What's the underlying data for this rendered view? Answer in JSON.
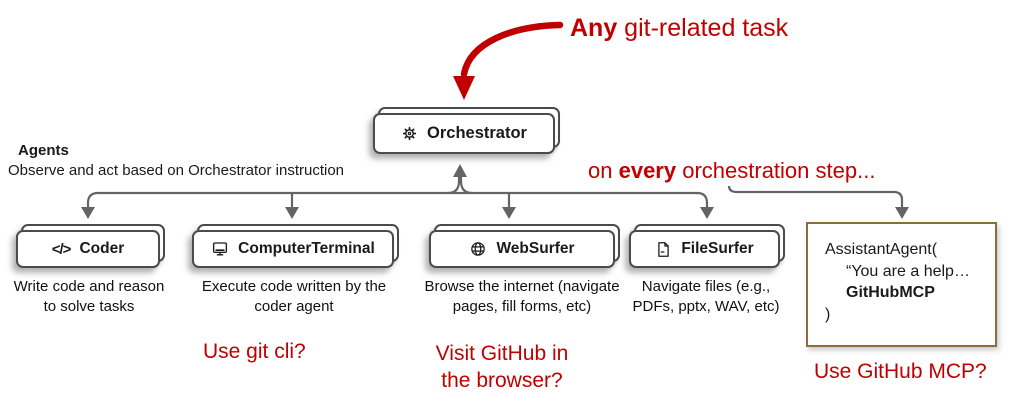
{
  "colors": {
    "red": "#c00000",
    "connector_gray": "#646467",
    "box_border_gray": "#4b4b4d",
    "assistant_box_brown": "#8a6d3b"
  },
  "top_annotation": {
    "bold": "Any",
    "rest": " git-related task"
  },
  "agents_heading": {
    "title": "Agents",
    "subtitle": "Observe and act based on Orchestrator instruction"
  },
  "step_annotation": {
    "pre": "on ",
    "bold": "every",
    "post": " orchestration step..."
  },
  "orchestrator": {
    "label": "Orchestrator",
    "icon": "gear-icon"
  },
  "agents": [
    {
      "label": "Coder",
      "icon": "code-icon",
      "description": "Write code and reason to solve tasks"
    },
    {
      "label": "ComputerTerminal",
      "icon": "monitor-icon",
      "description": "Execute code written by the coder agent"
    },
    {
      "label": "WebSurfer",
      "icon": "globe-icon",
      "description": "Browse the internet (navigate pages, fill forms, etc)"
    },
    {
      "label": "FileSurfer",
      "icon": "file-icon",
      "description": "Navigate files (e.g., PDFs, pptx, WAV, etc)"
    }
  ],
  "assistant_agent": {
    "line1": "AssistantAgent(",
    "line2": "“You are a help…",
    "line3": "GitHubMCP",
    "line4": ")"
  },
  "bottom_annotations": {
    "coder": "Use git cli?",
    "websurfer_line1": "Visit GitHub in",
    "websurfer_line2": "the browser?",
    "mcp": "Use GitHub MCP?"
  }
}
